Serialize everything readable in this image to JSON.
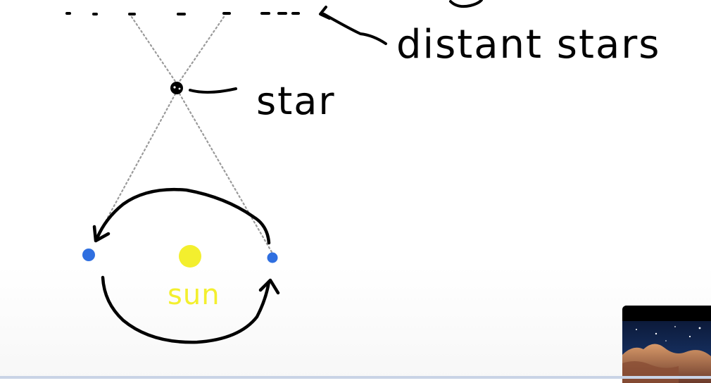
{
  "labels": {
    "distant_stars": "distant stars",
    "star": "star",
    "sun": "sun"
  },
  "colors": {
    "ink": "#000000",
    "sun": "#f3ef2e",
    "earth": "#2f6fe0",
    "sight_line": "#9a9a9a",
    "divider": "#c9d3e6"
  },
  "thumbnail": {
    "icon": "nebula-image"
  }
}
